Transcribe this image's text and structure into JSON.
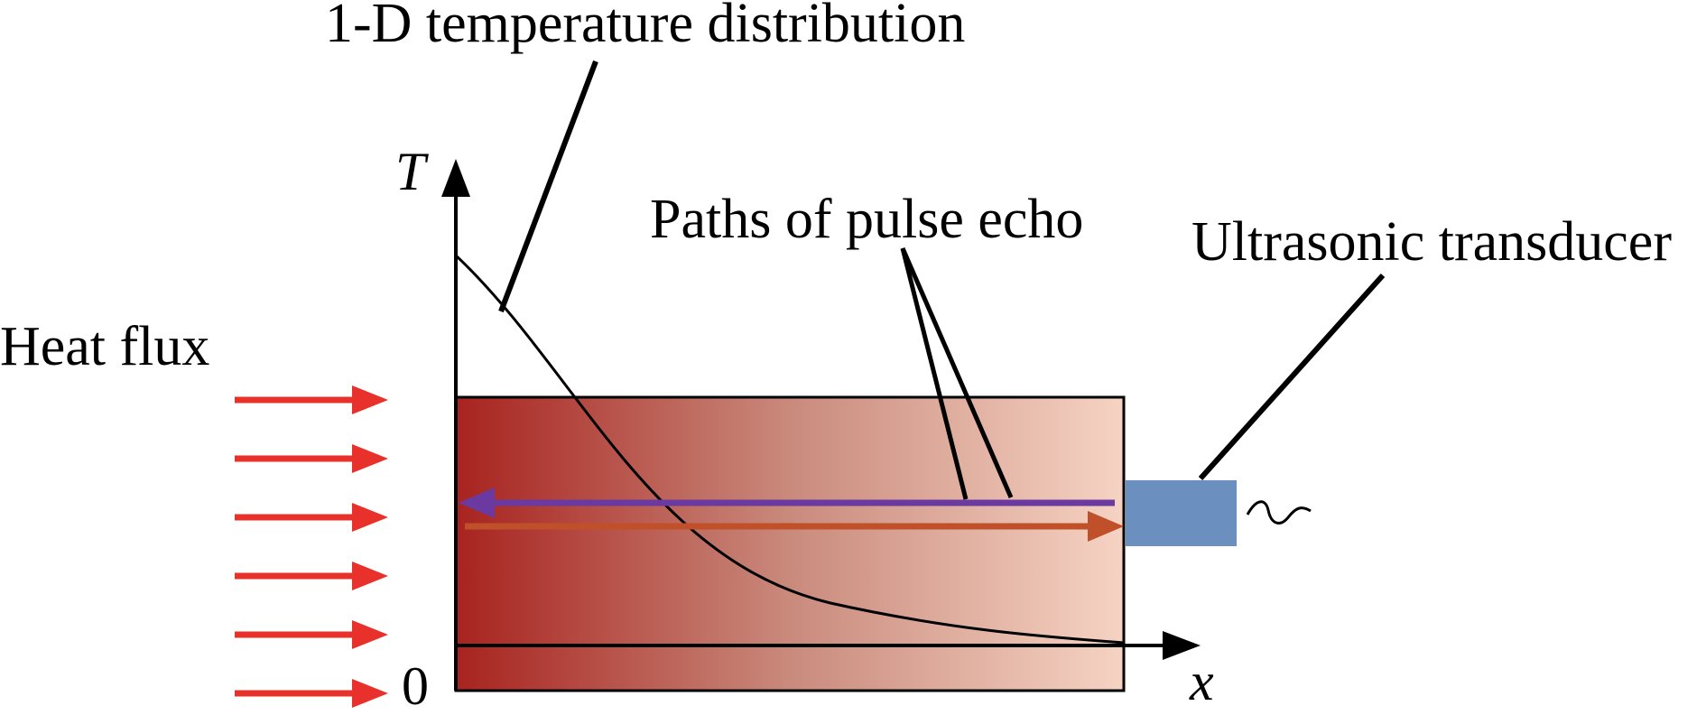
{
  "labels": {
    "temperature_distribution": "1-D temperature distribution",
    "heat_flux": "Heat flux",
    "pulse_echo": "Paths of pulse echo",
    "transducer": "Ultrasonic transducer",
    "axis_t": "T",
    "axis_x": "x",
    "origin": "0"
  },
  "colors": {
    "heat_arrow": "#e8312a",
    "gradient_hot": "#a8231f",
    "gradient_mid": "#c98a7c",
    "gradient_cool": "#f6d3c3",
    "echo_return": "#6a3aa0",
    "echo_forward": "#c0502a",
    "transducer": "#6b8fbf",
    "line": "#000000"
  },
  "heat_flux_arrow_count": 6
}
